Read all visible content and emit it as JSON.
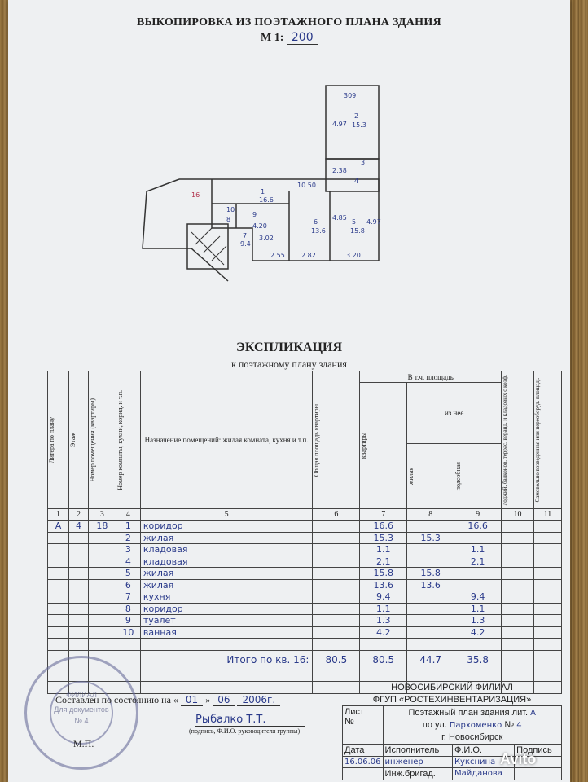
{
  "header": {
    "title": "ВЫКОПИРОВКА ИЗ ПОЭТАЖНОГО ПЛАНА ЗДАНИЯ",
    "scale_label": "М 1:",
    "scale_value": "200"
  },
  "plan": {
    "room_labels": [
      "309",
      "4.97",
      "2",
      "15.3",
      "2.38",
      "3",
      "4",
      "10.50",
      "1",
      "16.6",
      "16",
      "10",
      "4.20",
      "8",
      "9",
      "7",
      "9.4",
      "3.02",
      "6",
      "13.6",
      "4.85",
      "5",
      "15.8",
      "4.97",
      "2.55",
      "2.82",
      "3.20"
    ]
  },
  "explication": {
    "title": "ЭКСПЛИКАЦИЯ",
    "subtitle": "к поэтажному плану здания",
    "headers": {
      "c1": "Литера по плану",
      "c2": "Этаж",
      "c3": "Номер помещения (квартиры)",
      "c4": "Номер комнаты, кухни, корид. и т.п.",
      "c5": "Назначение помещений: жилая комната, кухня и т.п.",
      "c6": "Общая площадь квартиры",
      "group": "В т.ч. площадь",
      "c7": "квартиры",
      "sub": "из нее",
      "c8": "жилая",
      "c9": "подсобная",
      "c10": "лоджий, балконов, террас, веранд, и кладовых с коэф.",
      "c11": "Самовольно возведенная или переоборуд. площадь"
    },
    "col_numbers": [
      "1",
      "2",
      "3",
      "4",
      "5",
      "6",
      "7",
      "8",
      "9",
      "10",
      "11"
    ],
    "first_row": {
      "litera": "А",
      "floor": "4",
      "apt": "18"
    },
    "rows": [
      {
        "no": "1",
        "name": "коридор",
        "total": "16.6",
        "living": "",
        "aux": "16.6"
      },
      {
        "no": "2",
        "name": "жилая",
        "total": "15.3",
        "living": "15.3",
        "aux": ""
      },
      {
        "no": "3",
        "name": "кладовая",
        "total": "1.1",
        "living": "",
        "aux": "1.1"
      },
      {
        "no": "4",
        "name": "кладовая",
        "total": "2.1",
        "living": "",
        "aux": "2.1"
      },
      {
        "no": "5",
        "name": "жилая",
        "total": "15.8",
        "living": "15.8",
        "aux": ""
      },
      {
        "no": "6",
        "name": "жилая",
        "total": "13.6",
        "living": "13.6",
        "aux": ""
      },
      {
        "no": "7",
        "name": "кухня",
        "total": "9.4",
        "living": "",
        "aux": "9.4"
      },
      {
        "no": "8",
        "name": "коридор",
        "total": "1.1",
        "living": "",
        "aux": "1.1"
      },
      {
        "no": "9",
        "name": "туалет",
        "total": "1.3",
        "living": "",
        "aux": "1.3"
      },
      {
        "no": "10",
        "name": "ванная",
        "total": "4.2",
        "living": "",
        "aux": "4.2"
      }
    ],
    "total": {
      "label": "Итого по кв. 16:",
      "apartment": "80.5",
      "area": "80.5",
      "living": "44.7",
      "aux": "35.8"
    }
  },
  "footer": {
    "compiled_prefix": "Составлен по состоянию на «",
    "day": "01",
    "month": "06",
    "year": "2006г.",
    "signer": "Рыбалко Т.Т.",
    "signer_caption": "(подпись, Ф.И.О. руководителя группы)",
    "mp": "М.П.",
    "stamp_top": "ФИЛИАЛ",
    "stamp_mid": "Для документов",
    "stamp_no": "№ 4",
    "org_line1": "НОВОСИБИРСКИЙ ФИЛИАЛ",
    "org_line2": "ФГУП «РОСТЕХИНВЕНТАРИЗАЦИЯ»",
    "sheet_label": "Лист",
    "no_label": "№",
    "plan_label": "Поэтажный план здания лит.",
    "litera": "А",
    "street_prefix": "по ул.",
    "street": "Пархоменко",
    "house_label": "№",
    "house": "4",
    "city": "г. Новосибирск",
    "date_label": "Дата",
    "executor_label": "Исполнитель",
    "fio_label": "Ф.И.О.",
    "sign_label": "Подпись",
    "date": "16.06.06",
    "executor": "инженер",
    "executor_name": "Кукснина",
    "brigade_label": "Инж.бригад.",
    "brigade_name": "Майданова",
    "watermark": "Avito"
  }
}
